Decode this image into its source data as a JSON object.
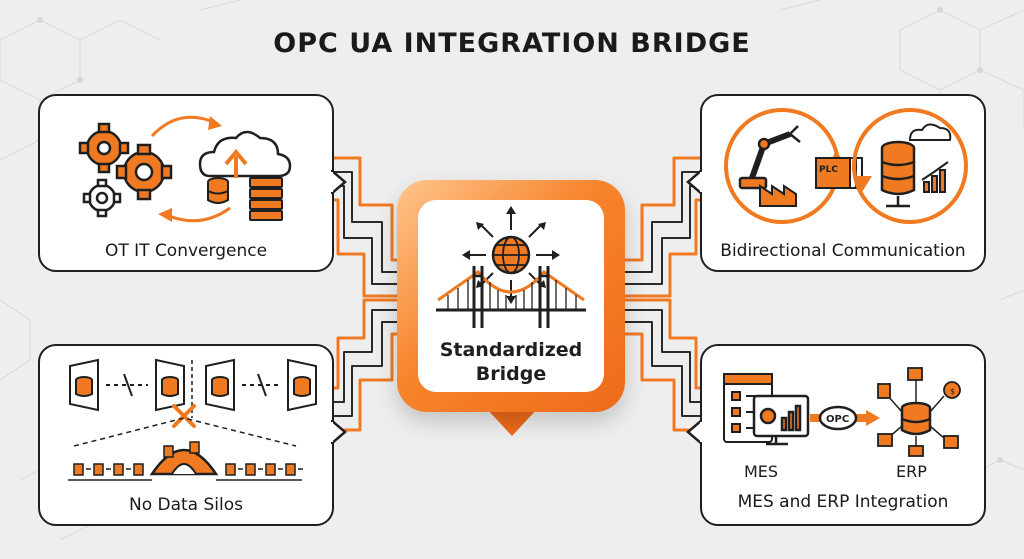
{
  "title": "OPC UA INTEGRATION BRIDGE",
  "hub": {
    "label_line1": "Standardized",
    "label_line2": "Bridge"
  },
  "panels": {
    "ot_it": {
      "caption": "OT IT Convergence"
    },
    "bidirectional": {
      "caption": "Bidirectional Communication",
      "plc_badge": "PLC"
    },
    "silos": {
      "caption": "No Data Silos"
    },
    "mes_erp": {
      "caption": "MES and ERP Integration",
      "mes_label": "MES",
      "erp_label": "ERP",
      "opc_badge": "OPC"
    }
  },
  "colors": {
    "accent": "#f07a22",
    "accent_dark": "#e4641a",
    "ink": "#1f1f1f",
    "background": "#eeeeee"
  }
}
